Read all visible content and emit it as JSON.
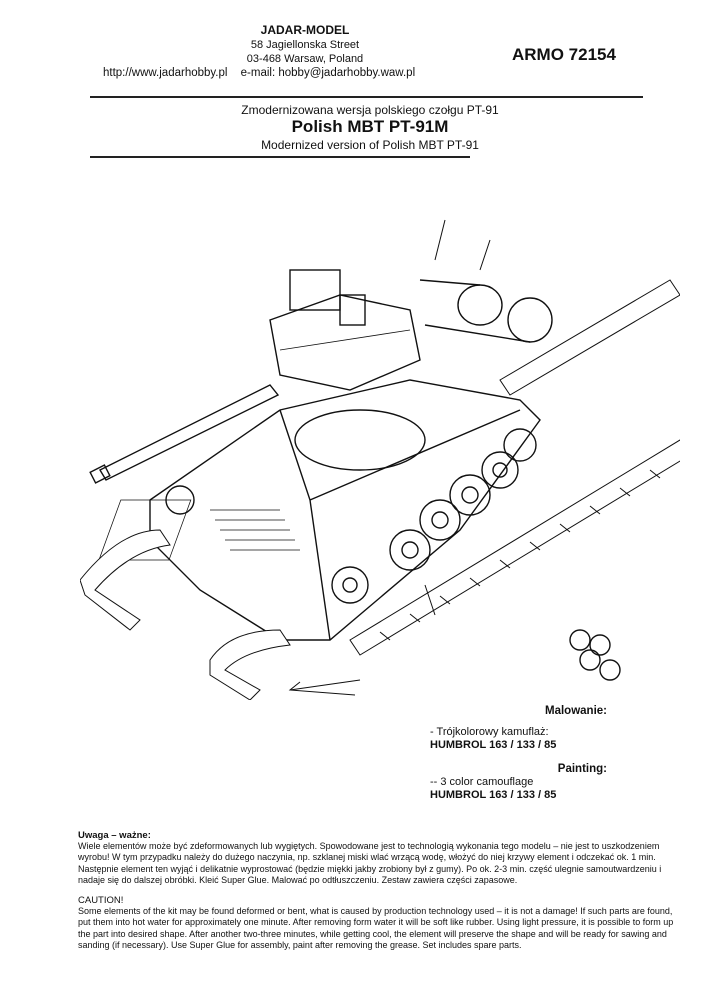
{
  "header": {
    "company": "JADAR-MODEL",
    "street": "58 Jagiellonska Street",
    "city": "03-468 Warsaw, Poland",
    "website": "http://www.jadarhobby.pl",
    "email": "e-mail: hobby@jadarhobby.waw.pl",
    "kit_code": "ARMO 72154"
  },
  "title_block": {
    "polish_subtitle": "Zmodernizowana wersja polskiego czołgu PT-91",
    "title": "Polish MBT PT-91M",
    "english_subtitle": "Modernized version of Polish MBT PT-91"
  },
  "painting": {
    "pl_heading": "Malowanie:",
    "pl_scheme": "- Trójkolorowy kamuflaż:",
    "pl_colors": "HUMBROL 163 / 133 / 85",
    "en_heading": "Painting:",
    "en_scheme": "-- 3 color camouflage",
    "en_colors": "HUMBROL 163 / 133 / 85"
  },
  "notes": {
    "pl_heading": "Uwaga – ważne:",
    "pl_text": "Wiele elementów może być zdeformowanych lub wygiętych. Spowodowane jest to technologią wykonania tego modelu – nie jest to uszkodzeniem wyrobu! W tym przypadku należy do dużego naczynia, np. szklanej miski wlać wrzącą wodę, włożyć do niej krzywy element i odczekać ok. 1 min. Następnie element ten wyjąć i delikatnie wyprostować (będzie miękki jakby zrobiony był z gumy). Po ok. 2-3 min. część ulegnie samoutwardzeniu i nadaje się do dalszej obróbki. Kleić Super Glue. Malować po odtłuszczeniu. Zestaw zawiera części zapasowe.",
    "en_heading": "CAUTION!",
    "en_text": "Some elements of the kit may be found deformed or bent, what is caused by production technology used – it is not a damage! If such parts are found, put them into hot water for approximately one minute. After removing form water it will be soft like rubber. Using light pressure, it is possible to form up the part into desired shape. After another two-three minutes, while getting cool, the element will preserve the shape and will be ready for sawing and sanding (if necessary). Use Super Glue for assembly, paint after removing the grease. Set includes spare parts."
  }
}
